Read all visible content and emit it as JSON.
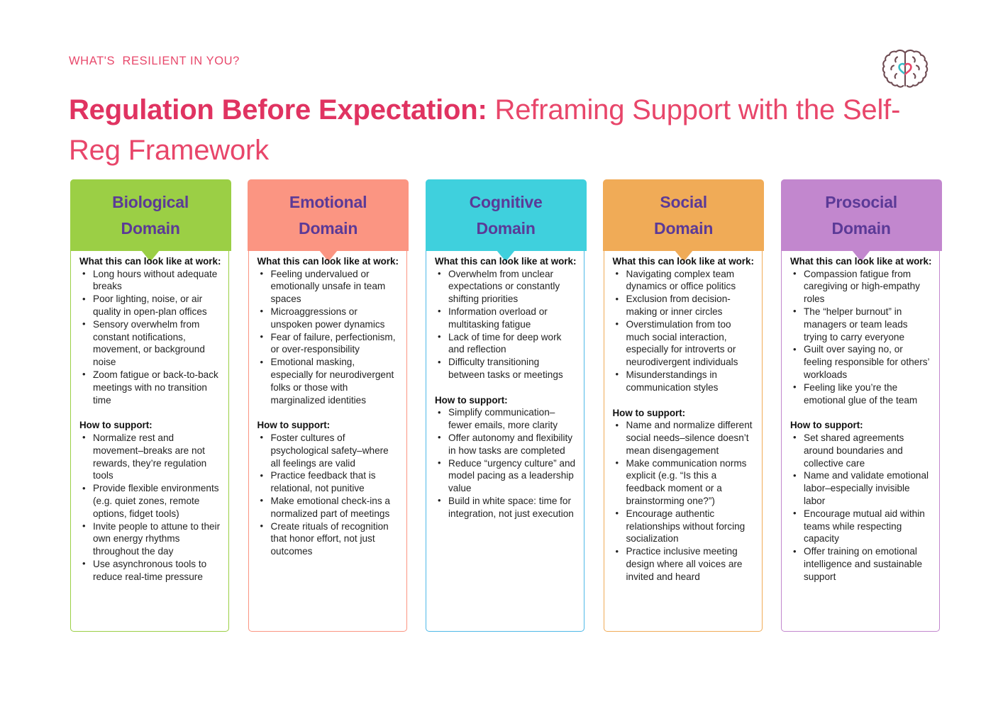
{
  "header": {
    "eyebrow": "WHAT'S  RESILIENT IN YOU?",
    "title_bold": "Regulation Before Expectation:",
    "title_rest": " Reframing Support with the Self-Reg Framework",
    "logo_icon": "brain-heart-icon",
    "brand_color": "#E8466A",
    "eyebrow_color": "#E8486B"
  },
  "labels": {
    "look_like": "What this can look like at work:",
    "how_to_support": "How to support:"
  },
  "cards": [
    {
      "title_line1": "Biological",
      "title_line2": "Domain",
      "accent": "#9BCF45",
      "border": "#9BCF45",
      "title_color": "#5B3A97",
      "look_like": [
        "Long hours without adequate breaks",
        "Poor lighting, noise, or air quality in open-plan offices",
        "Sensory overwhelm from constant notifications, movement, or background noise",
        "Zoom fatigue or back-to-back meetings with no transition time"
      ],
      "support": [
        "Normalize rest and movement–breaks are not rewards, they’re regulation tools",
        "Provide flexible environments (e.g. quiet zones, remote options, fidget tools)",
        "Invite people to attune to their own energy rhythms throughout the day",
        "Use asynchronous tools to reduce real-time pressure"
      ]
    },
    {
      "title_line1": "Emotional",
      "title_line2": "Domain",
      "accent": "#FB9582",
      "border": "#FB9582",
      "title_color": "#5B3A97",
      "look_like": [
        "Feeling undervalued or emotionally unsafe in team spaces",
        "Microaggressions or unspoken power dynamics",
        "Fear of failure, perfectionism, or over-responsibility",
        "Emotional masking, especially for neurodivergent folks or those with marginalized identities"
      ],
      "support": [
        "Foster cultures of psychological safety–where all feelings are valid",
        "Practice feedback that is relational, not punitive",
        "Make emotional check-ins a normalized part of meetings",
        "Create rituals of recognition that honor effort, not just outcomes"
      ]
    },
    {
      "title_line1": "Cognitive",
      "title_line2": "Domain",
      "accent": "#3FD0DD",
      "border": "#4EB9E8",
      "title_color": "#5B3A97",
      "look_like": [
        "Overwhelm from unclear expectations or constantly shifting priorities",
        "Information overload or multitasking fatigue",
        "Lack of time for deep work and reflection",
        "Difficulty transitioning between tasks or meetings"
      ],
      "support": [
        "Simplify communication–fewer emails, more clarity",
        "Offer autonomy and flexibility in how tasks are completed",
        "Reduce “urgency culture” and model pacing as a leadership value",
        "Build in white space: time for integration, not just execution"
      ]
    },
    {
      "title_line1": "Social",
      "title_line2": "Domain",
      "accent": "#F0AB57",
      "border": "#F0AB57",
      "title_color": "#5B3A97",
      "look_like": [
        "Navigating complex team dynamics or office politics",
        "Exclusion from decision-making or inner circles",
        "Overstimulation from too much social interaction, especially for introverts or neurodivergent individuals",
        "Misunderstandings in communication styles"
      ],
      "support": [
        "Name and normalize different social needs–silence doesn’t mean disengagement",
        "Make communication norms explicit (e.g. “Is this a feedback moment or a brainstorming one?”)",
        "Encourage authentic relationships without forcing socialization",
        "Practice inclusive meeting design where all voices are invited and heard"
      ]
    },
    {
      "title_line1": "Prosocial",
      "title_line2": "Domain",
      "accent": "#C287CE",
      "border": "#C287CE",
      "title_color": "#5B3A97",
      "look_like": [
        "Compassion fatigue from caregiving or high-empathy roles",
        "The “helper burnout” in managers or team leads trying to carry everyone",
        "Guilt over saying no, or feeling responsible for others’ workloads",
        "Feeling like you’re the emotional glue of the team"
      ],
      "support": [
        "Set shared agreements around boundaries and collective care",
        "Name and validate emotional labor–especially invisible labor",
        "Encourage mutual aid within teams while respecting capacity",
        "Offer training on emotional intelligence and sustainable support"
      ]
    }
  ]
}
